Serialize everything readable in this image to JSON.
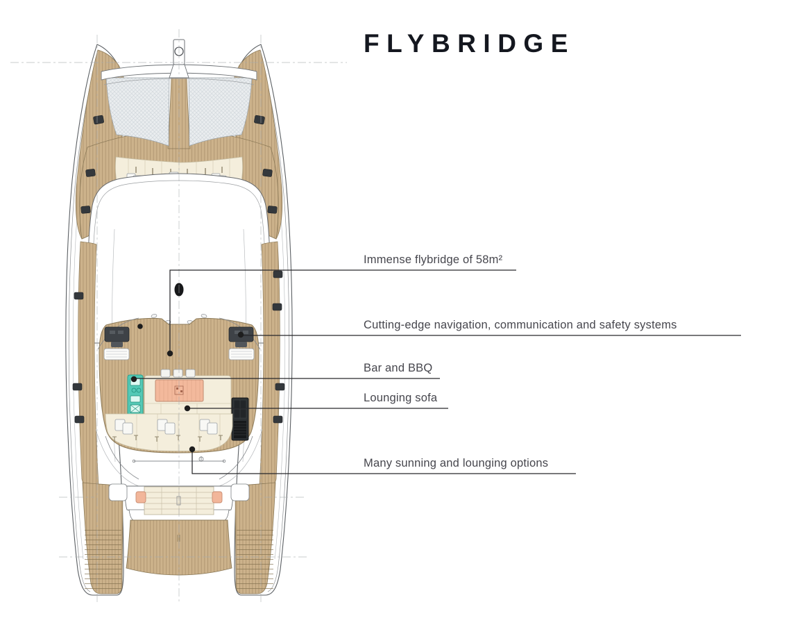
{
  "title": "FLYBRIDGE",
  "annotations": [
    {
      "label": "Immense flybridge of 58m²"
    },
    {
      "label": "Cutting-edge navigation, communication and safety systems"
    },
    {
      "label": "Bar and BBQ"
    },
    {
      "label": "Lounging sofa"
    },
    {
      "label": "Many sunning and lounging options"
    }
  ],
  "colors": {
    "wood": "#ccb28b",
    "wood_line": "#8c7a58",
    "trampoline": "#eaedef",
    "upholstery_cream": "#f4eedc",
    "bar_teal": "#54c9b6",
    "table_salmon": "#f3b99c",
    "helm_console_dark": "#3e4247",
    "bbq_black": "#1a1c1e",
    "leader_line": "#27272a",
    "title_text": "#14171f",
    "label_text": "#46464d",
    "construction_line": "#a8acb0"
  }
}
